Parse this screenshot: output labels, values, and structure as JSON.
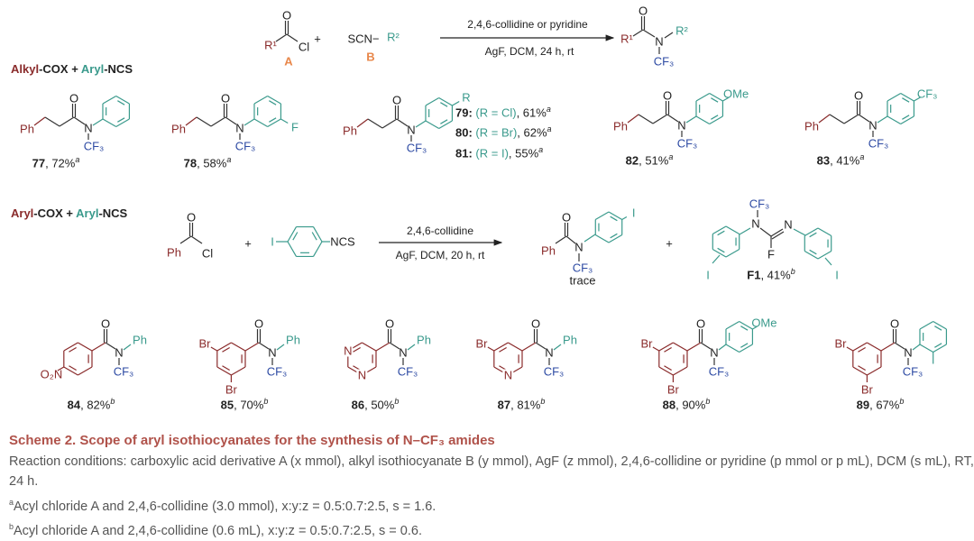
{
  "colors": {
    "alkyl_acyl": "#8a2b2b",
    "aryl_ncs": "#3a9a8c",
    "cf3": "#2d4aa3",
    "label_ab": "#e8874a",
    "caption_title": "#b0524a"
  },
  "atoms": {
    "Ph": "Ph",
    "O": "O",
    "N": "N",
    "CF3": "CF₃",
    "F": "F",
    "R": "R",
    "OMe": "OMe",
    "Cl": "Cl",
    "I": "I",
    "NCS": "NCS",
    "Br": "Br",
    "O2N": "O₂N",
    "plus": "+"
  },
  "general_scheme": {
    "r1": "R¹",
    "r2": "R²",
    "scn": "SCN−",
    "label_a": "A",
    "label_b": "B",
    "conditions_above": "2,4,6-collidine  or pyridine",
    "conditions_below": "AgF, DCM, 24 h, rt"
  },
  "section1": {
    "alkyl": "Alkyl",
    "cox": "-COX + ",
    "aryl": "Aryl",
    "ncs": "-NCS"
  },
  "section2": {
    "aryl1": "Aryl",
    "cox": "-COX + ",
    "aryl2": "Aryl",
    "ncs": "-NCS"
  },
  "row1": [
    {
      "id": "77",
      "yield": "72%",
      "note": "a"
    },
    {
      "id": "78",
      "yield": "58%",
      "note": "a"
    },
    {
      "id": "82",
      "yield": "51%",
      "note": "a"
    },
    {
      "id": "83",
      "yield": "41%",
      "note": "a"
    }
  ],
  "legend_79_81": [
    {
      "id": "79:",
      "r": "(R = Cl)",
      "yield": ", 61%",
      "note": "a"
    },
    {
      "id": "80:",
      "r": "(R = Br)",
      "yield": ", 62%",
      "note": "a"
    },
    {
      "id": "81:",
      "r": "(R = I)",
      "yield": ", 55%",
      "note": "a"
    }
  ],
  "reaction2": {
    "conditions_above": "2,4,6-collidine",
    "conditions_below": "AgF, DCM, 20 h, rt",
    "product_note": "trace",
    "byproduct": {
      "id": "F1",
      "yield": "41%",
      "note": "b"
    }
  },
  "row3": [
    {
      "id": "84",
      "yield": "82%",
      "note": "b"
    },
    {
      "id": "85",
      "yield": "70%",
      "note": "b"
    },
    {
      "id": "86",
      "yield": "50%",
      "note": "b"
    },
    {
      "id": "87",
      "yield": "81%",
      "note": "b"
    },
    {
      "id": "88",
      "yield": "90%",
      "note": "b"
    },
    {
      "id": "89",
      "yield": "67%",
      "note": "b"
    }
  ],
  "caption": {
    "title": "Scheme 2.  Scope of aryl isothiocyanates for the synthesis of N–CF₃ amides",
    "conditions": "Reaction conditions: carboxylic acid derivative A (x mmol), alkyl isothiocyanate B (y mmol), AgF (z mmol), 2,4,6-collidine or pyridine (p mmol or p mL), DCM (s mL), RT, 24 h.",
    "note_a_mark": "a",
    "note_a": "Acyl chloride A and 2,4,6-collidine (3.0 mmol), x:y:z = 0.5:0.7:2.5, s = 1.6.",
    "note_b_mark": "b",
    "note_b": "Acyl chloride A and 2,4,6-collidine (0.6 mL), x:y:z = 0.5:0.7:2.5, s = 0.6."
  }
}
